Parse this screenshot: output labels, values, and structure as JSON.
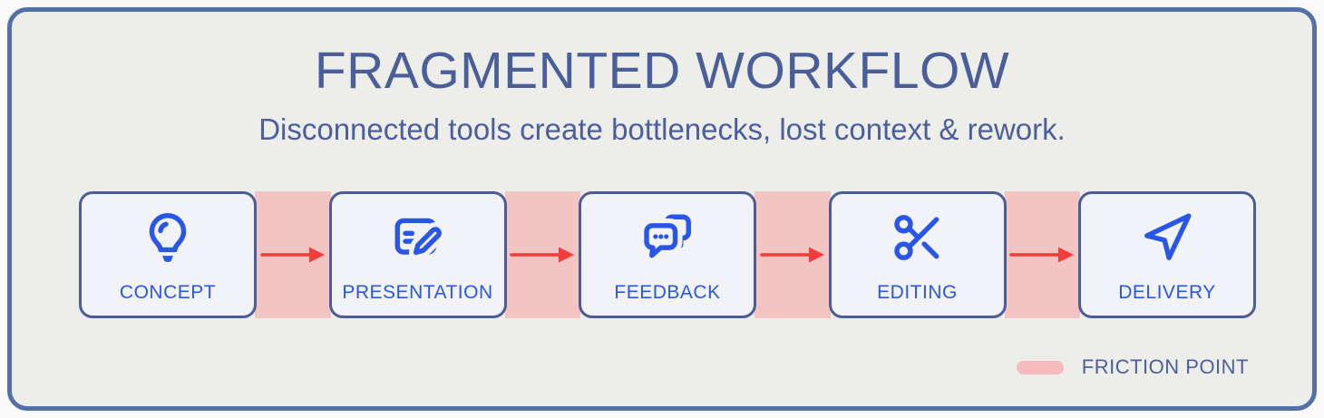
{
  "header": {
    "title": "FRAGMENTED WORKFLOW",
    "subtitle": "Disconnected tools create bottlenecks, lost context & rework."
  },
  "workflow": {
    "stages": [
      {
        "label": "CONCEPT",
        "icon": "lightbulb-icon"
      },
      {
        "label": "PRESENTATION",
        "icon": "document-edit-icon"
      },
      {
        "label": "FEEDBACK",
        "icon": "chat-bubbles-icon"
      },
      {
        "label": "EDITING",
        "icon": "scissors-icon"
      },
      {
        "label": "DELIVERY",
        "icon": "paper-plane-icon"
      }
    ],
    "connector_icon": "right-arrow-icon",
    "connector_meaning": "friction point"
  },
  "legend": {
    "label": "FRICTION POINT"
  },
  "colors": {
    "accent_blue": "#2A56E8",
    "heading_blue": "#4A5E99",
    "box_border_blue": "#4A5C99",
    "box_background": "#F1F3F8",
    "card_background": "#EDEDEA",
    "card_border": "#5470A8",
    "arrow_red": "#F23B3B",
    "friction_band_pink": "#F2C4C2",
    "legend_pill_pink": "#F5B9BE"
  }
}
